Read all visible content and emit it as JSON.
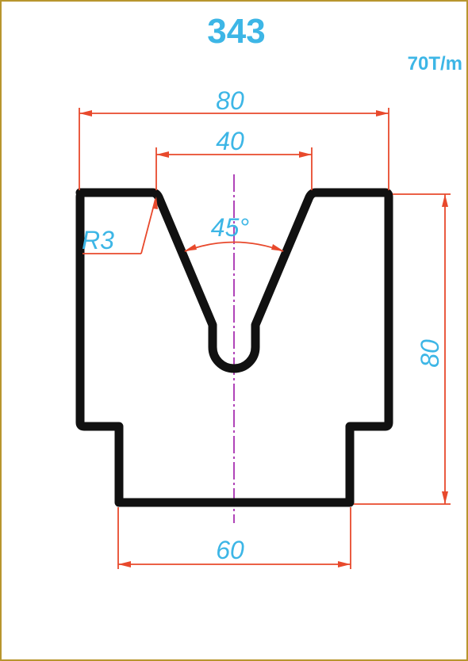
{
  "die": {
    "code": "343",
    "capacity": "70T/m"
  },
  "dimensions": {
    "overall_width": "80",
    "v_opening": "40",
    "radius": "R3",
    "angle": "45°",
    "height": "80",
    "base_width": "60"
  },
  "colors": {
    "text": "#3db6e6",
    "dimension_lines": "#e8492c",
    "profile": "#111111",
    "centerline": "#b044b8",
    "frame": "#b8962e"
  }
}
